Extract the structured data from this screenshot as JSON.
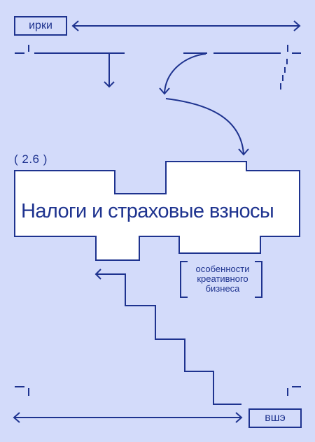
{
  "header": {
    "tag": "ирки"
  },
  "section": {
    "number": "( 2.6 )"
  },
  "main": {
    "title": "Налоги и страховые взносы",
    "subtitle": "особенности креативного бизнеса"
  },
  "footer": {
    "tag": "вшэ"
  },
  "colors": {
    "background": "#d3dbfa",
    "accent": "#1e338f",
    "panel": "#ffffff"
  },
  "icons": [
    "double-arrow-icon",
    "arrow-down-icon",
    "arrow-left-icon",
    "curved-arrow-icon"
  ]
}
